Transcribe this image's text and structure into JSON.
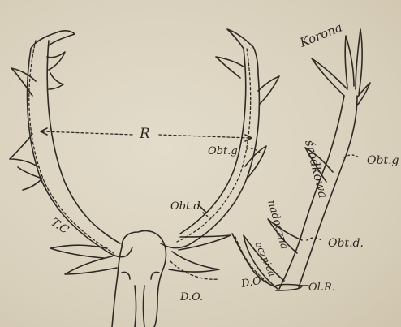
{
  "labels": {
    "korona": "Korona",
    "srodkowa": "środkowa",
    "obtg_right": "Obt.g",
    "obtg_left": "Obt.g",
    "r": "R",
    "obtd_left": "Obt.d",
    "obtd_right": "Obt.d.",
    "nadoczna": "nadoczna",
    "oczniaka": "ocznica",
    "do_right": "D.O",
    "do_left": "D.O.",
    "ol_r": "Ol.R.",
    "tc": "T.C"
  },
  "colors": {
    "paper": "#ddd5c1",
    "ink": "#2e2922"
  }
}
